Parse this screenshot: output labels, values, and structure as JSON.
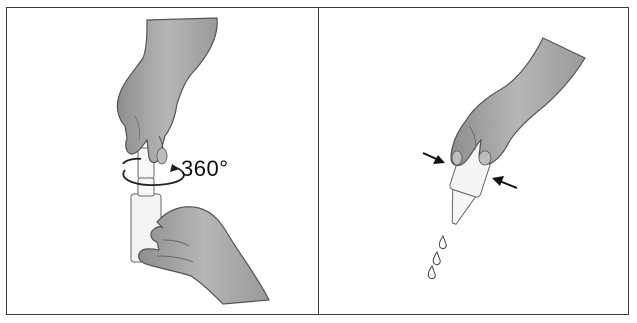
{
  "instruction_panels": [
    {
      "id": "twist-off-cap",
      "rotation_label": "360°"
    },
    {
      "id": "squeeze-dropper"
    }
  ],
  "colors": {
    "skin": "#a9a9a9",
    "outline": "#555555",
    "bottle": "#f4f4f4",
    "border": "#3a3a3a"
  }
}
